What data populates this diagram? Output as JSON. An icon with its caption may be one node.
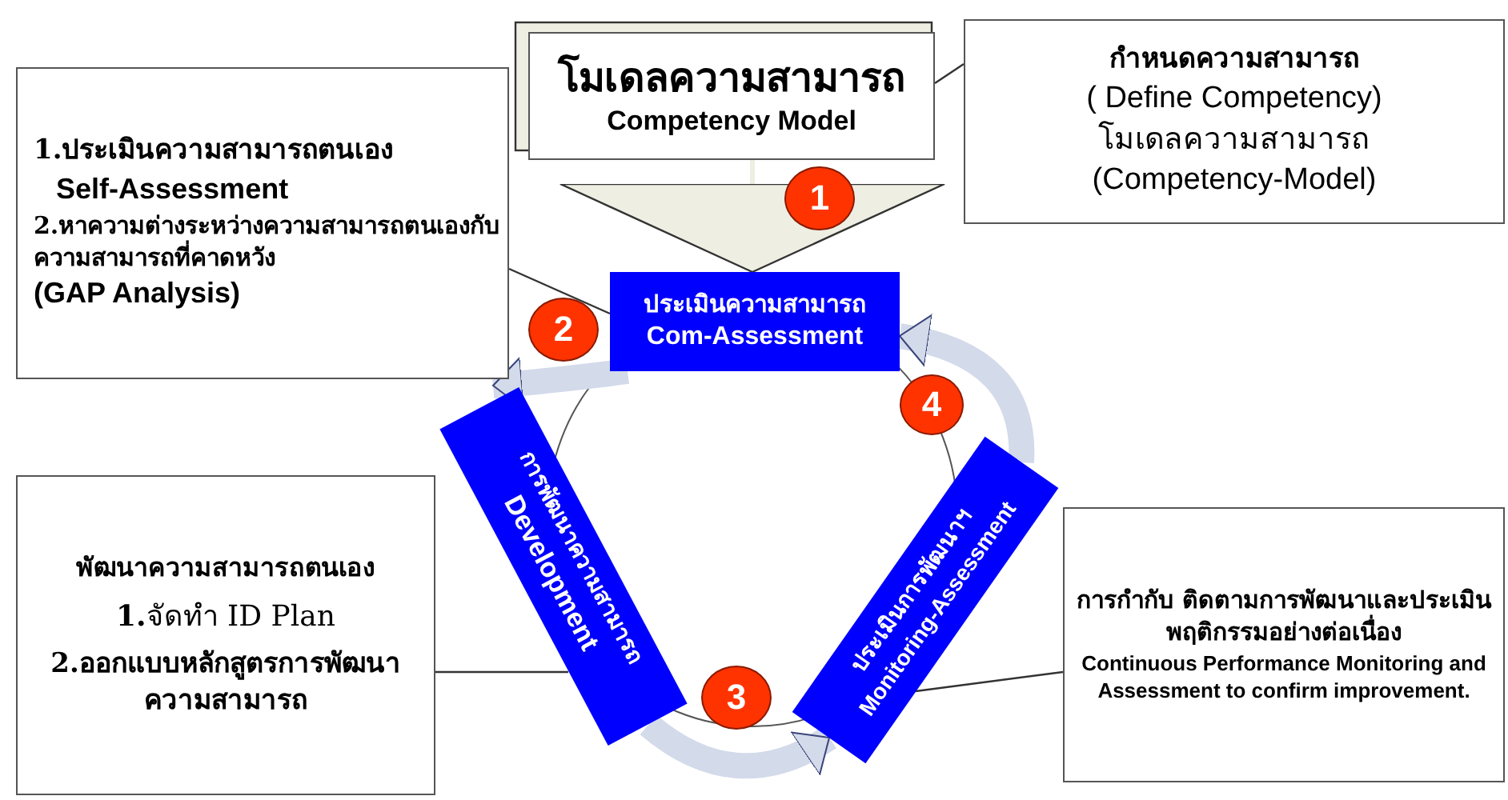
{
  "diagram": {
    "nodes": [
      {
        "text": [
          "โมเดลความสามารถ",
          "Competency Model"
        ]
      },
      {
        "text": [
          "กำหนดความสามารถ",
          "( Define Competency)",
          "โมเดลความสามารถ",
          "(Competency-Model)"
        ]
      },
      {
        "text": [
          "1.ประเมินความสามารถตนเอง",
          "Self-Assessment",
          "2.หาความต่างระหว่างความสามารถตนเองกับความสามารถที่คาดหวัง",
          "(GAP Analysis)"
        ]
      },
      {
        "text": [
          "ประเมินความสามารถ",
          "Com-Assessment"
        ]
      },
      {
        "text": [
          "การพัฒนาความสามารถ",
          "Development"
        ]
      },
      {
        "text": [
          "พัฒนาความสามารถตนเอง",
          "**1.**จัดทำ ID Plan",
          "**2.**ออกแบบหลักสูตรการพัฒนาความสามารถ"
        ]
      },
      {
        "text": [
          "ประเมินการพัฒนาฯ",
          "Monitoring-Assessment"
        ]
      },
      {
        "text": [
          "การกำกับ ติดตามการพัฒนาและประเมินพฤติกรรมอย่างต่อเนื่อง",
          "Continuous Performance Monitoring and Assessment to confirm improvement."
        ]
      },
      {
        "text": [
          "1"
        ]
      },
      {
        "text": [
          "2"
        ]
      },
      {
        "text": [
          "3"
        ]
      },
      {
        "text": [
          "4"
        ]
      }
    ],
    "edges": [
      {
        "from": 0,
        "to": 3,
        "arrow": "to",
        "style": "thick",
        "color": "#eeeee2"
      },
      {
        "from": 3,
        "to": 4,
        "arrow": "to",
        "style": "thick",
        "color": "#d3daea"
      },
      {
        "from": 4,
        "to": 6,
        "arrow": "to",
        "style": "thick",
        "color": "#d3daea"
      },
      {
        "from": 6,
        "to": 3,
        "arrow": "to",
        "style": "thick",
        "color": "#d3daea"
      },
      {
        "from": 1,
        "to": 0,
        "arrow": "none"
      },
      {
        "from": 2,
        "to": 3,
        "arrow": "none"
      },
      {
        "from": 5,
        "to": 4,
        "arrow": "none"
      },
      {
        "from": 7,
        "to": 6,
        "arrow": "none"
      }
    ]
  }
}
